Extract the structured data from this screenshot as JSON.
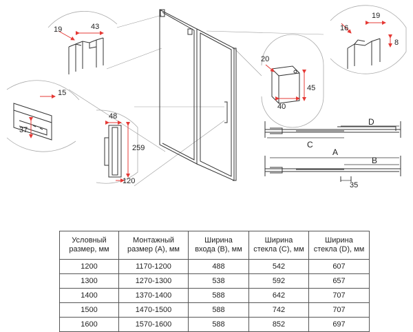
{
  "details": {
    "top_left": {
      "dim_a": "19",
      "dim_b": "43"
    },
    "mid_left": {
      "dim_a": "15",
      "dim_b": "37"
    },
    "handle": {
      "dim_a": "48",
      "dim_b": "259",
      "dim_c": "120"
    },
    "block": {
      "dim_a": "20",
      "dim_b": "45",
      "dim_c": "40"
    },
    "top_right": {
      "dim_a": "19",
      "dim_b": "16",
      "dim_c": "8"
    }
  },
  "plan": {
    "label_d": "D",
    "label_c": "C",
    "label_a": "A",
    "label_b": "B",
    "dim_35": "35"
  },
  "table": {
    "headers": [
      "Условный\nразмер, мм",
      "Монтажный\nразмер (А), мм",
      "Ширина\nвхода (B), мм",
      "Ширина\nстекла (С), мм",
      "Ширина\nстекла (D), мм"
    ],
    "rows": [
      [
        "1200",
        "1170-1200",
        "488",
        "542",
        "607"
      ],
      [
        "1300",
        "1270-1300",
        "538",
        "592",
        "657"
      ],
      [
        "1400",
        "1370-1400",
        "588",
        "642",
        "707"
      ],
      [
        "1500",
        "1470-1500",
        "588",
        "742",
        "707"
      ],
      [
        "1600",
        "1570-1600",
        "588",
        "852",
        "697"
      ]
    ]
  },
  "colors": {
    "dimension_red": "#e53935",
    "line": "#333333"
  }
}
